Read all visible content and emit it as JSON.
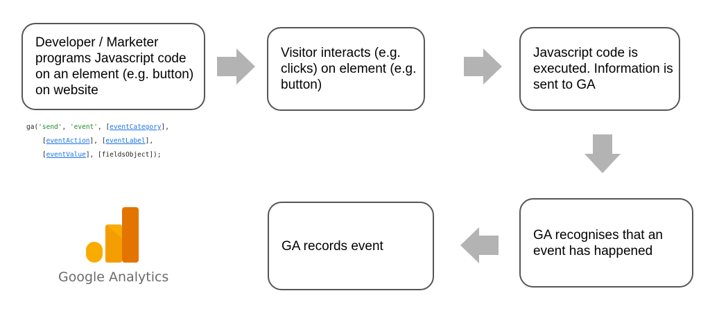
{
  "steps": [
    "Developer / Marketer programs Javascript code on an element (e.g. button) on website",
    "Visitor interacts (e.g. clicks) on element (e.g. button)",
    "Javascript code is executed. Information is sent to GA",
    "GA recognises that an event has happened",
    "GA records event"
  ],
  "code": {
    "prefix": "ga(",
    "arg_send": "'send'",
    "arg_event": "'event'",
    "event_category": "eventCategory",
    "event_action": "eventAction",
    "event_label": "eventLabel",
    "event_value": "eventValue",
    "fields_object": "[fieldsObject]);"
  },
  "brand": {
    "name": "Google Analytics",
    "logo_icon": "google-analytics-logo-icon"
  },
  "colors": {
    "arrow": "#b3b3b3",
    "box_border": "#555555",
    "logo_dark": "#e37400",
    "logo_light": "#f9ab00",
    "code_string": "#1b8a2b",
    "code_link": "#1a73e8"
  }
}
